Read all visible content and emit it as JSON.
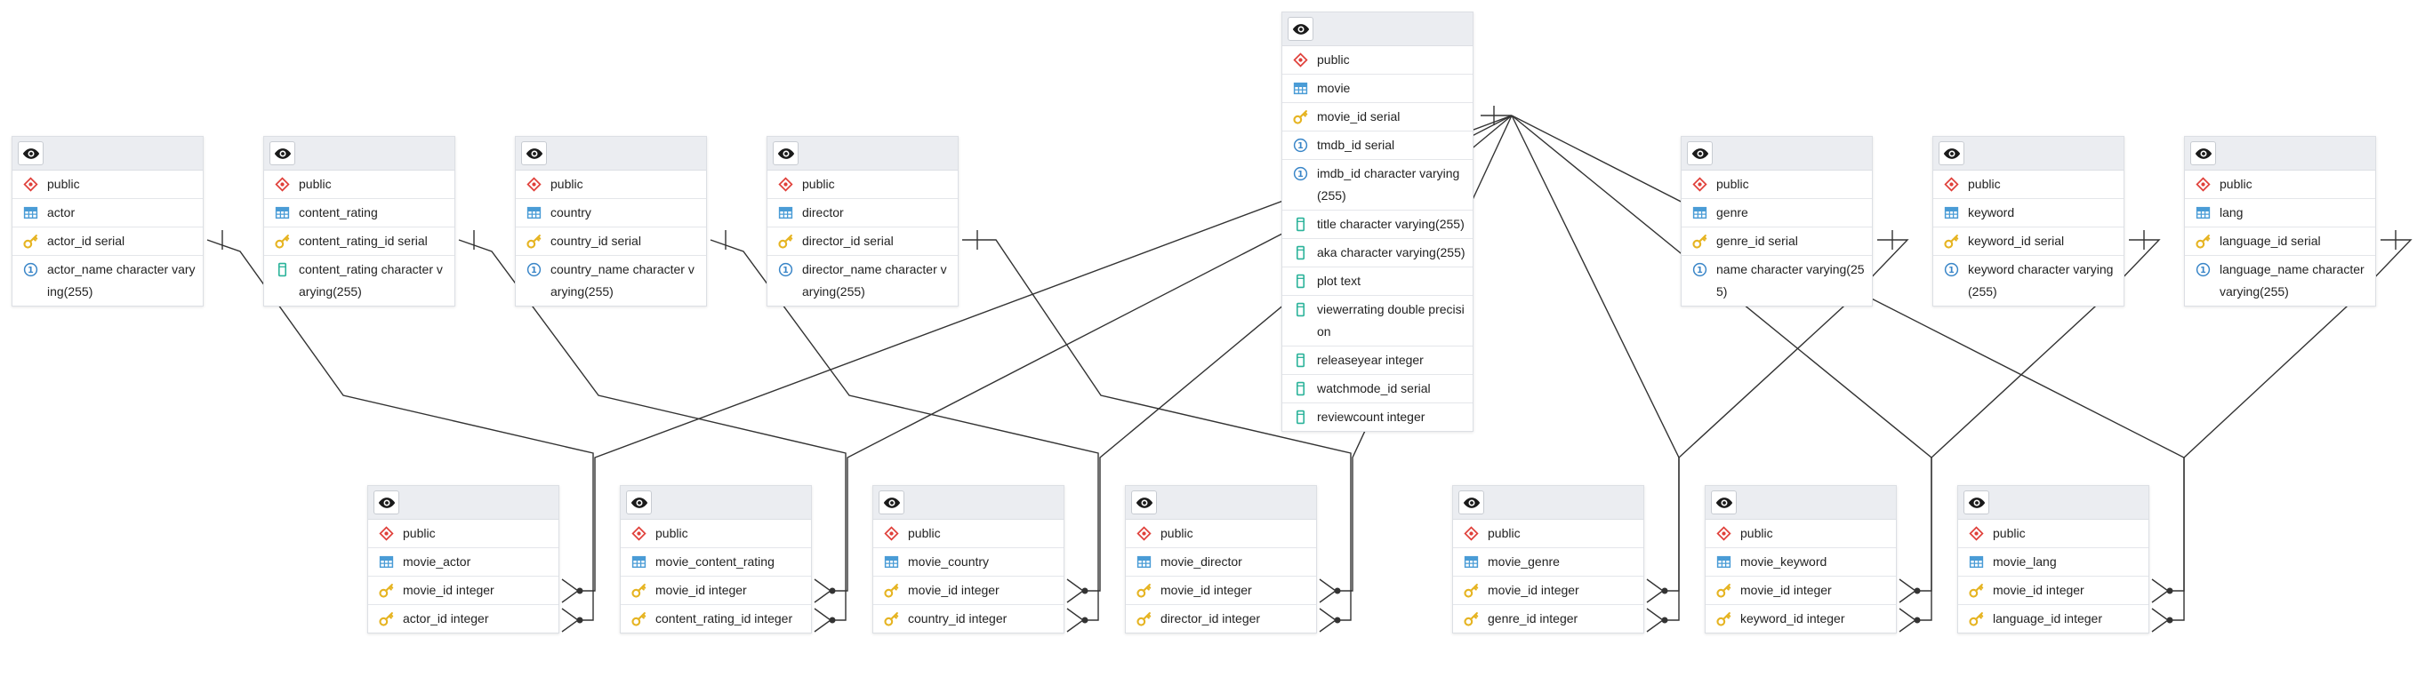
{
  "colors": {
    "line": "#333333",
    "header_bg": "#ebedf1",
    "schema_icon": "#e0403a",
    "table_icon": "#4a9cd6",
    "key_icon": "#e6b422",
    "id_icon": "#3a86c8",
    "column_icon": "#2bb39a"
  },
  "tables": {
    "actor": {
      "schema": "public",
      "name": "actor",
      "columns": [
        {
          "text": "actor_id serial",
          "icon": "key-icon"
        },
        {
          "text": "actor_name character varying(255)",
          "icon": "id-icon"
        }
      ]
    },
    "content_rating": {
      "schema": "public",
      "name": "content_rating",
      "columns": [
        {
          "text": "content_rating_id serial",
          "icon": "key-icon"
        },
        {
          "text": "content_rating character varying(255)",
          "icon": "column-icon"
        }
      ]
    },
    "country": {
      "schema": "public",
      "name": "country",
      "columns": [
        {
          "text": "country_id serial",
          "icon": "key-icon"
        },
        {
          "text": "country_name character varying(255)",
          "icon": "id-icon"
        }
      ]
    },
    "director": {
      "schema": "public",
      "name": "director",
      "columns": [
        {
          "text": "director_id serial",
          "icon": "key-icon"
        },
        {
          "text": "director_name character varying(255)",
          "icon": "id-icon"
        }
      ]
    },
    "movie": {
      "schema": "public",
      "name": "movie",
      "columns": [
        {
          "text": "movie_id serial",
          "icon": "key-icon"
        },
        {
          "text": "tmdb_id serial",
          "icon": "id-icon"
        },
        {
          "text": "imdb_id character varying(255)",
          "icon": "id-icon"
        },
        {
          "text": "title character varying(255)",
          "icon": "column-icon"
        },
        {
          "text": "aka character varying(255)",
          "icon": "column-icon"
        },
        {
          "text": "plot text",
          "icon": "column-icon"
        },
        {
          "text": "viewerrating double precision",
          "icon": "column-icon"
        },
        {
          "text": "releaseyear integer",
          "icon": "column-icon"
        },
        {
          "text": "watchmode_id serial",
          "icon": "column-icon"
        },
        {
          "text": "reviewcount integer",
          "icon": "column-icon"
        }
      ]
    },
    "genre": {
      "schema": "public",
      "name": "genre",
      "columns": [
        {
          "text": "genre_id serial",
          "icon": "key-icon"
        },
        {
          "text": "name character varying(255)",
          "icon": "id-icon"
        }
      ]
    },
    "keyword": {
      "schema": "public",
      "name": "keyword",
      "columns": [
        {
          "text": "keyword_id serial",
          "icon": "key-icon"
        },
        {
          "text": "keyword character varying(255)",
          "icon": "id-icon"
        }
      ]
    },
    "lang": {
      "schema": "public",
      "name": "lang",
      "columns": [
        {
          "text": "language_id serial",
          "icon": "key-icon"
        },
        {
          "text": "language_name character varying(255)",
          "icon": "id-icon"
        }
      ]
    },
    "movie_actor": {
      "schema": "public",
      "name": "movie_actor",
      "columns": [
        {
          "text": "movie_id integer",
          "icon": "key-icon"
        },
        {
          "text": "actor_id integer",
          "icon": "key-icon"
        }
      ]
    },
    "movie_content_rating": {
      "schema": "public",
      "name": "movie_content_rating",
      "columns": [
        {
          "text": "movie_id integer",
          "icon": "key-icon"
        },
        {
          "text": "content_rating_id integer",
          "icon": "key-icon"
        }
      ]
    },
    "movie_country": {
      "schema": "public",
      "name": "movie_country",
      "columns": [
        {
          "text": "movie_id integer",
          "icon": "key-icon"
        },
        {
          "text": "country_id integer",
          "icon": "key-icon"
        }
      ]
    },
    "movie_director": {
      "schema": "public",
      "name": "movie_director",
      "columns": [
        {
          "text": "movie_id integer",
          "icon": "key-icon"
        },
        {
          "text": "director_id integer",
          "icon": "key-icon"
        }
      ]
    },
    "movie_genre": {
      "schema": "public",
      "name": "movie_genre",
      "columns": [
        {
          "text": "movie_id integer",
          "icon": "key-icon"
        },
        {
          "text": "genre_id integer",
          "icon": "key-icon"
        }
      ]
    },
    "movie_keyword": {
      "schema": "public",
      "name": "movie_keyword",
      "columns": [
        {
          "text": "movie_id integer",
          "icon": "key-icon"
        },
        {
          "text": "keyword_id integer",
          "icon": "key-icon"
        }
      ]
    },
    "movie_lang": {
      "schema": "public",
      "name": "movie_lang",
      "columns": [
        {
          "text": "movie_id integer",
          "icon": "key-icon"
        },
        {
          "text": "language_id integer",
          "icon": "key-icon"
        }
      ]
    }
  },
  "relations": [
    {
      "from": "actor",
      "to": "movie_actor"
    },
    {
      "from": "content_rating",
      "to": "movie_content_rating"
    },
    {
      "from": "country",
      "to": "movie_country"
    },
    {
      "from": "director",
      "to": "movie_director"
    },
    {
      "from": "movie",
      "to": "movie_actor"
    },
    {
      "from": "movie",
      "to": "movie_content_rating"
    },
    {
      "from": "movie",
      "to": "movie_country"
    },
    {
      "from": "movie",
      "to": "movie_director"
    },
    {
      "from": "movie",
      "to": "movie_genre"
    },
    {
      "from": "movie",
      "to": "movie_keyword"
    },
    {
      "from": "movie",
      "to": "movie_lang"
    },
    {
      "from": "genre",
      "to": "movie_genre"
    },
    {
      "from": "keyword",
      "to": "movie_keyword"
    },
    {
      "from": "lang",
      "to": "movie_lang"
    }
  ]
}
